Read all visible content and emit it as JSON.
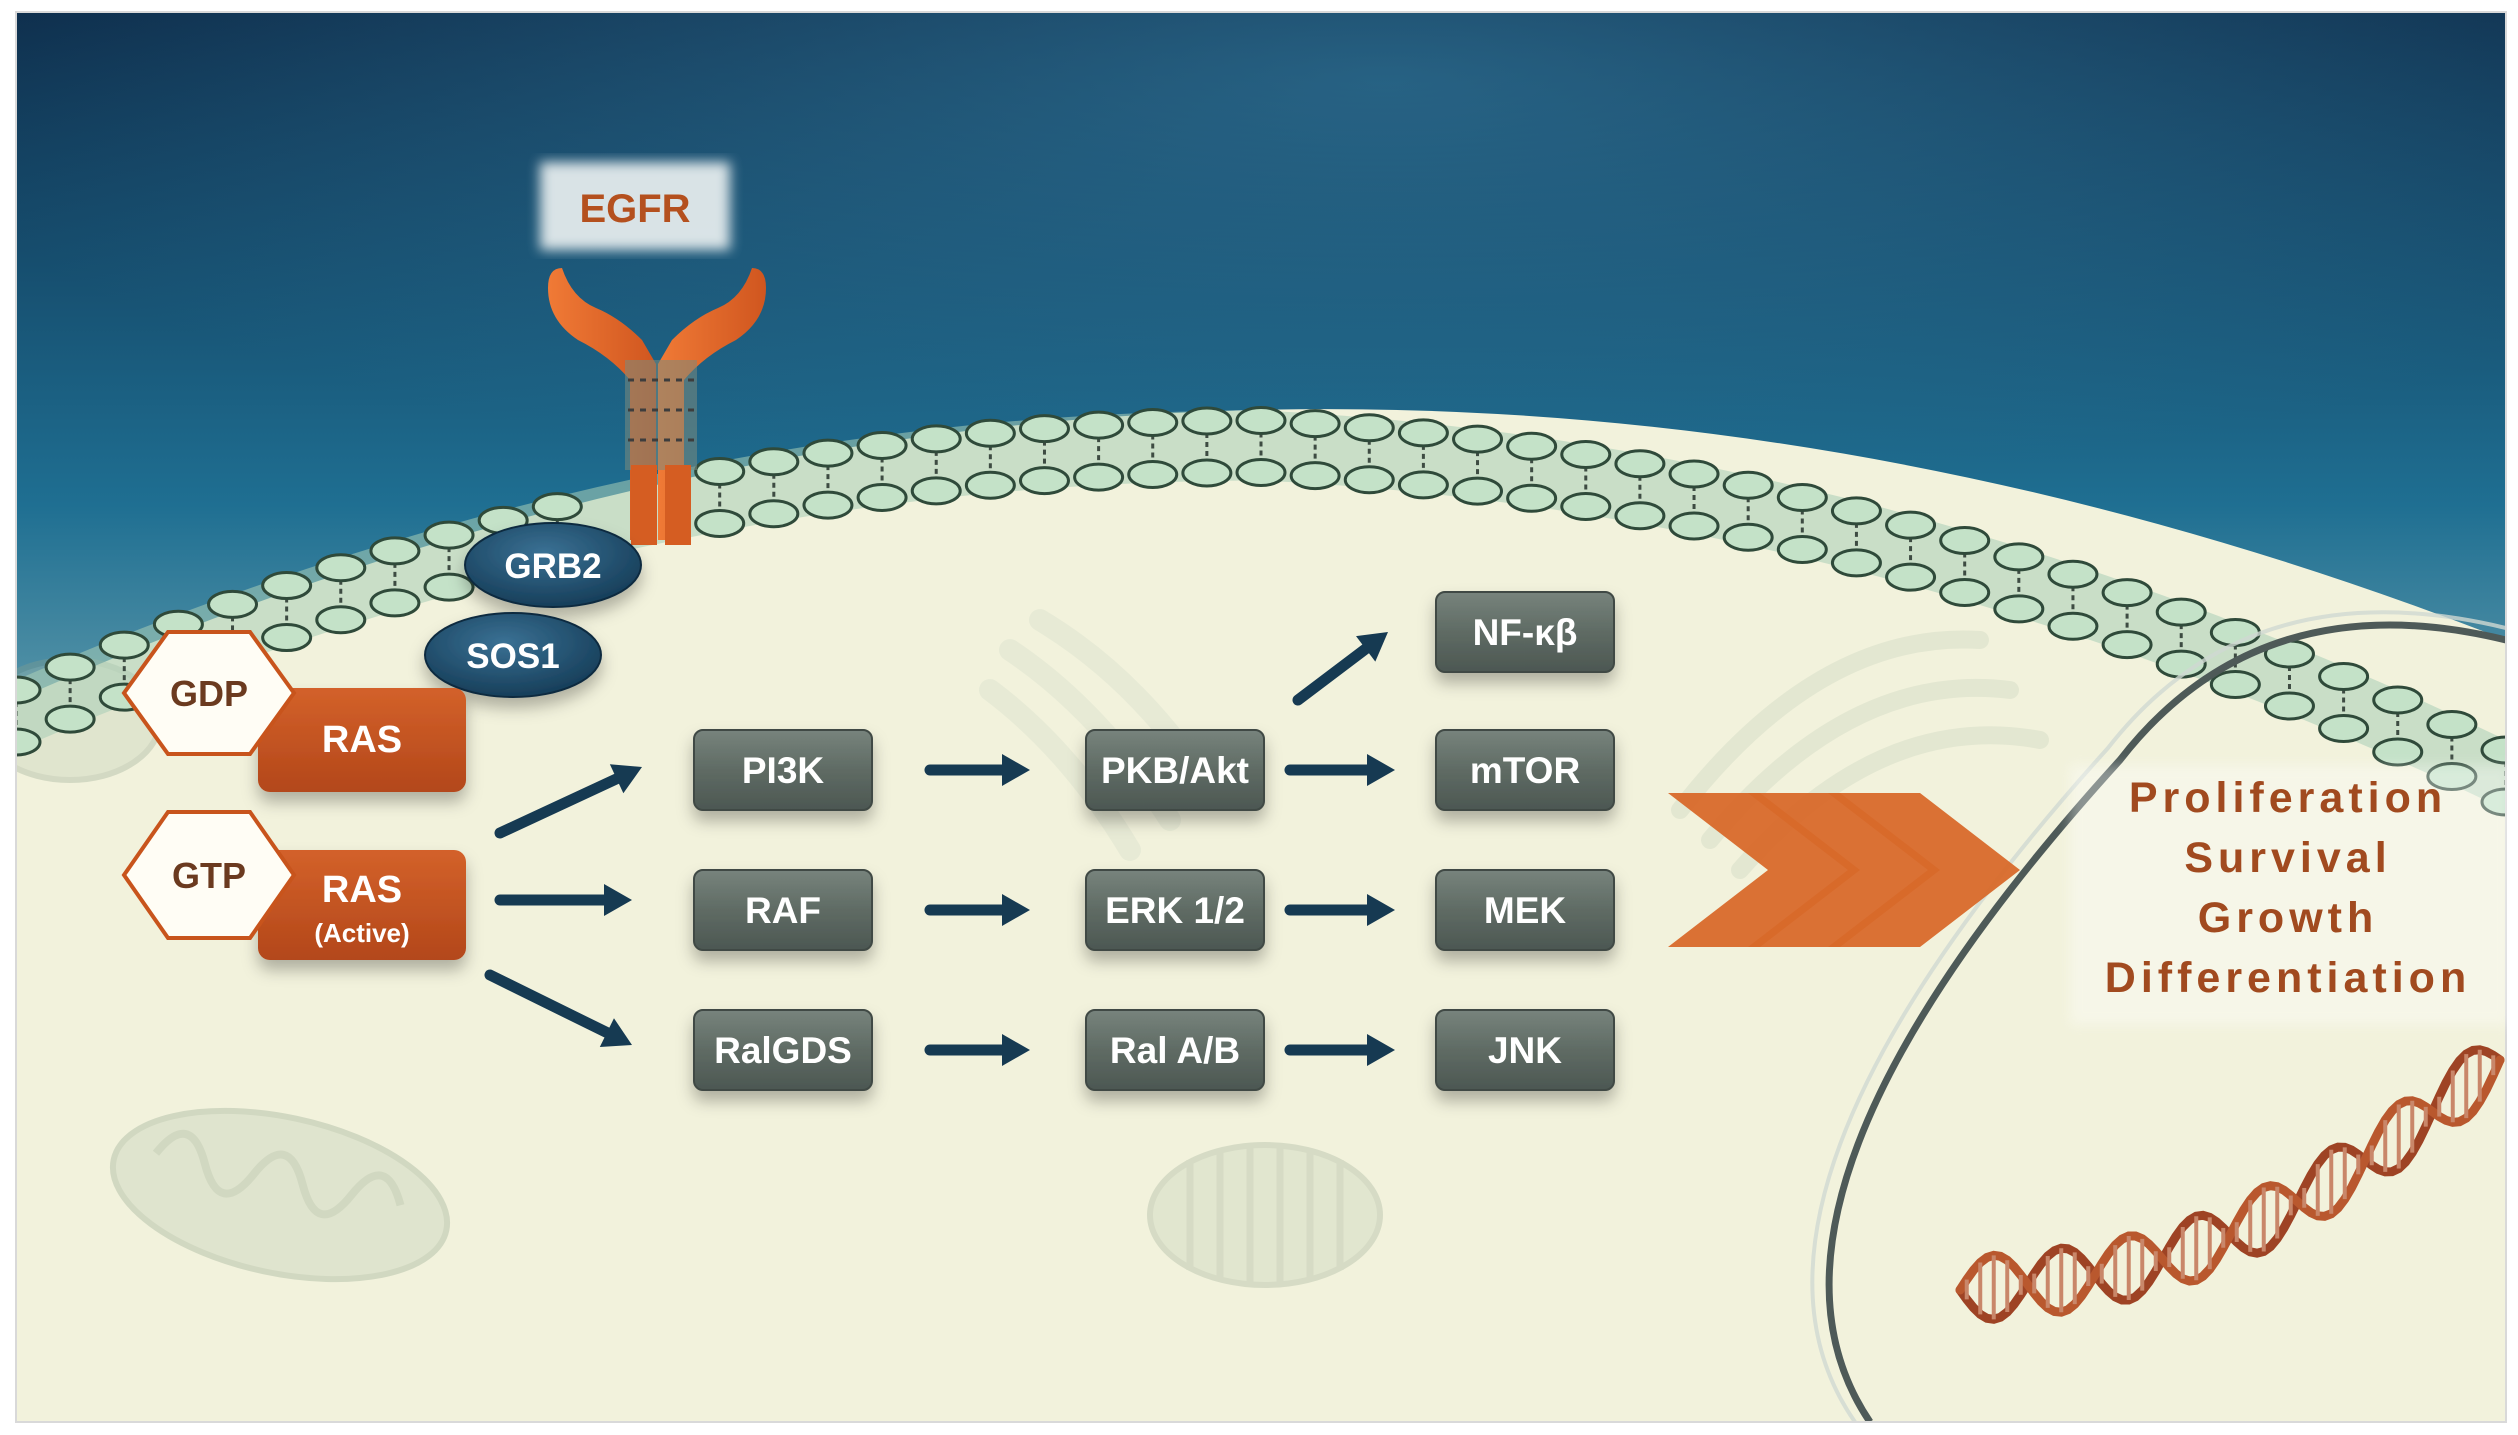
{
  "receptor": {
    "label": "EGFR"
  },
  "adaptors": [
    {
      "id": "grb2",
      "label": "GRB2"
    },
    {
      "id": "sos1",
      "label": "SOS1"
    }
  ],
  "ras_states": [
    {
      "id": "gdp",
      "nucleotide": "GDP",
      "label": "RAS",
      "sublabel": ""
    },
    {
      "id": "gtp",
      "nucleotide": "GTP",
      "label": "RAS",
      "sublabel": "(Active)"
    }
  ],
  "pathways": [
    {
      "id": "pi3k",
      "nodes": [
        "PI3K",
        "PKB/Akt",
        "mTOR"
      ]
    },
    {
      "id": "raf",
      "nodes": [
        "RAF",
        "ERK 1/2",
        "MEK"
      ]
    },
    {
      "id": "ralgds",
      "nodes": [
        "RalGDS",
        "Ral A/B",
        "JNK"
      ]
    }
  ],
  "branch_node": {
    "label": "NF-κβ"
  },
  "outcomes": [
    "Proliferation",
    "Survival",
    "Growth",
    "Differentiation"
  ],
  "colors": {
    "ras_orange": "#c8541c",
    "node_gray": "#5f6b64",
    "adaptor_blue": "#1d4e6e",
    "arrow_navy": "#163a52",
    "outcome_text": "#a14a1f",
    "chevron": "#d8692a"
  }
}
